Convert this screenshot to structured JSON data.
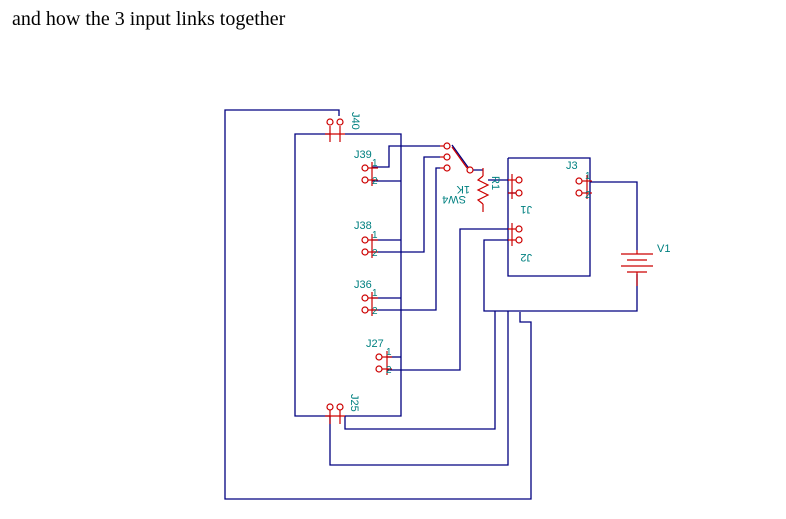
{
  "caption": "and how the 3 input links together",
  "colors": {
    "wire": "#000080",
    "component": "#cc0000",
    "label": "#008080"
  },
  "components": {
    "j40": "J40",
    "j39": "J39",
    "j38": "J38",
    "j36": "J36",
    "j27": "J27",
    "j25": "J25",
    "j3": "J3",
    "j1": "J1",
    "j2": "J2",
    "r1": "R1",
    "r1_value": "1K",
    "sw4": "SW4",
    "v1": "V1"
  },
  "pins": {
    "one": "1",
    "two": "2"
  }
}
